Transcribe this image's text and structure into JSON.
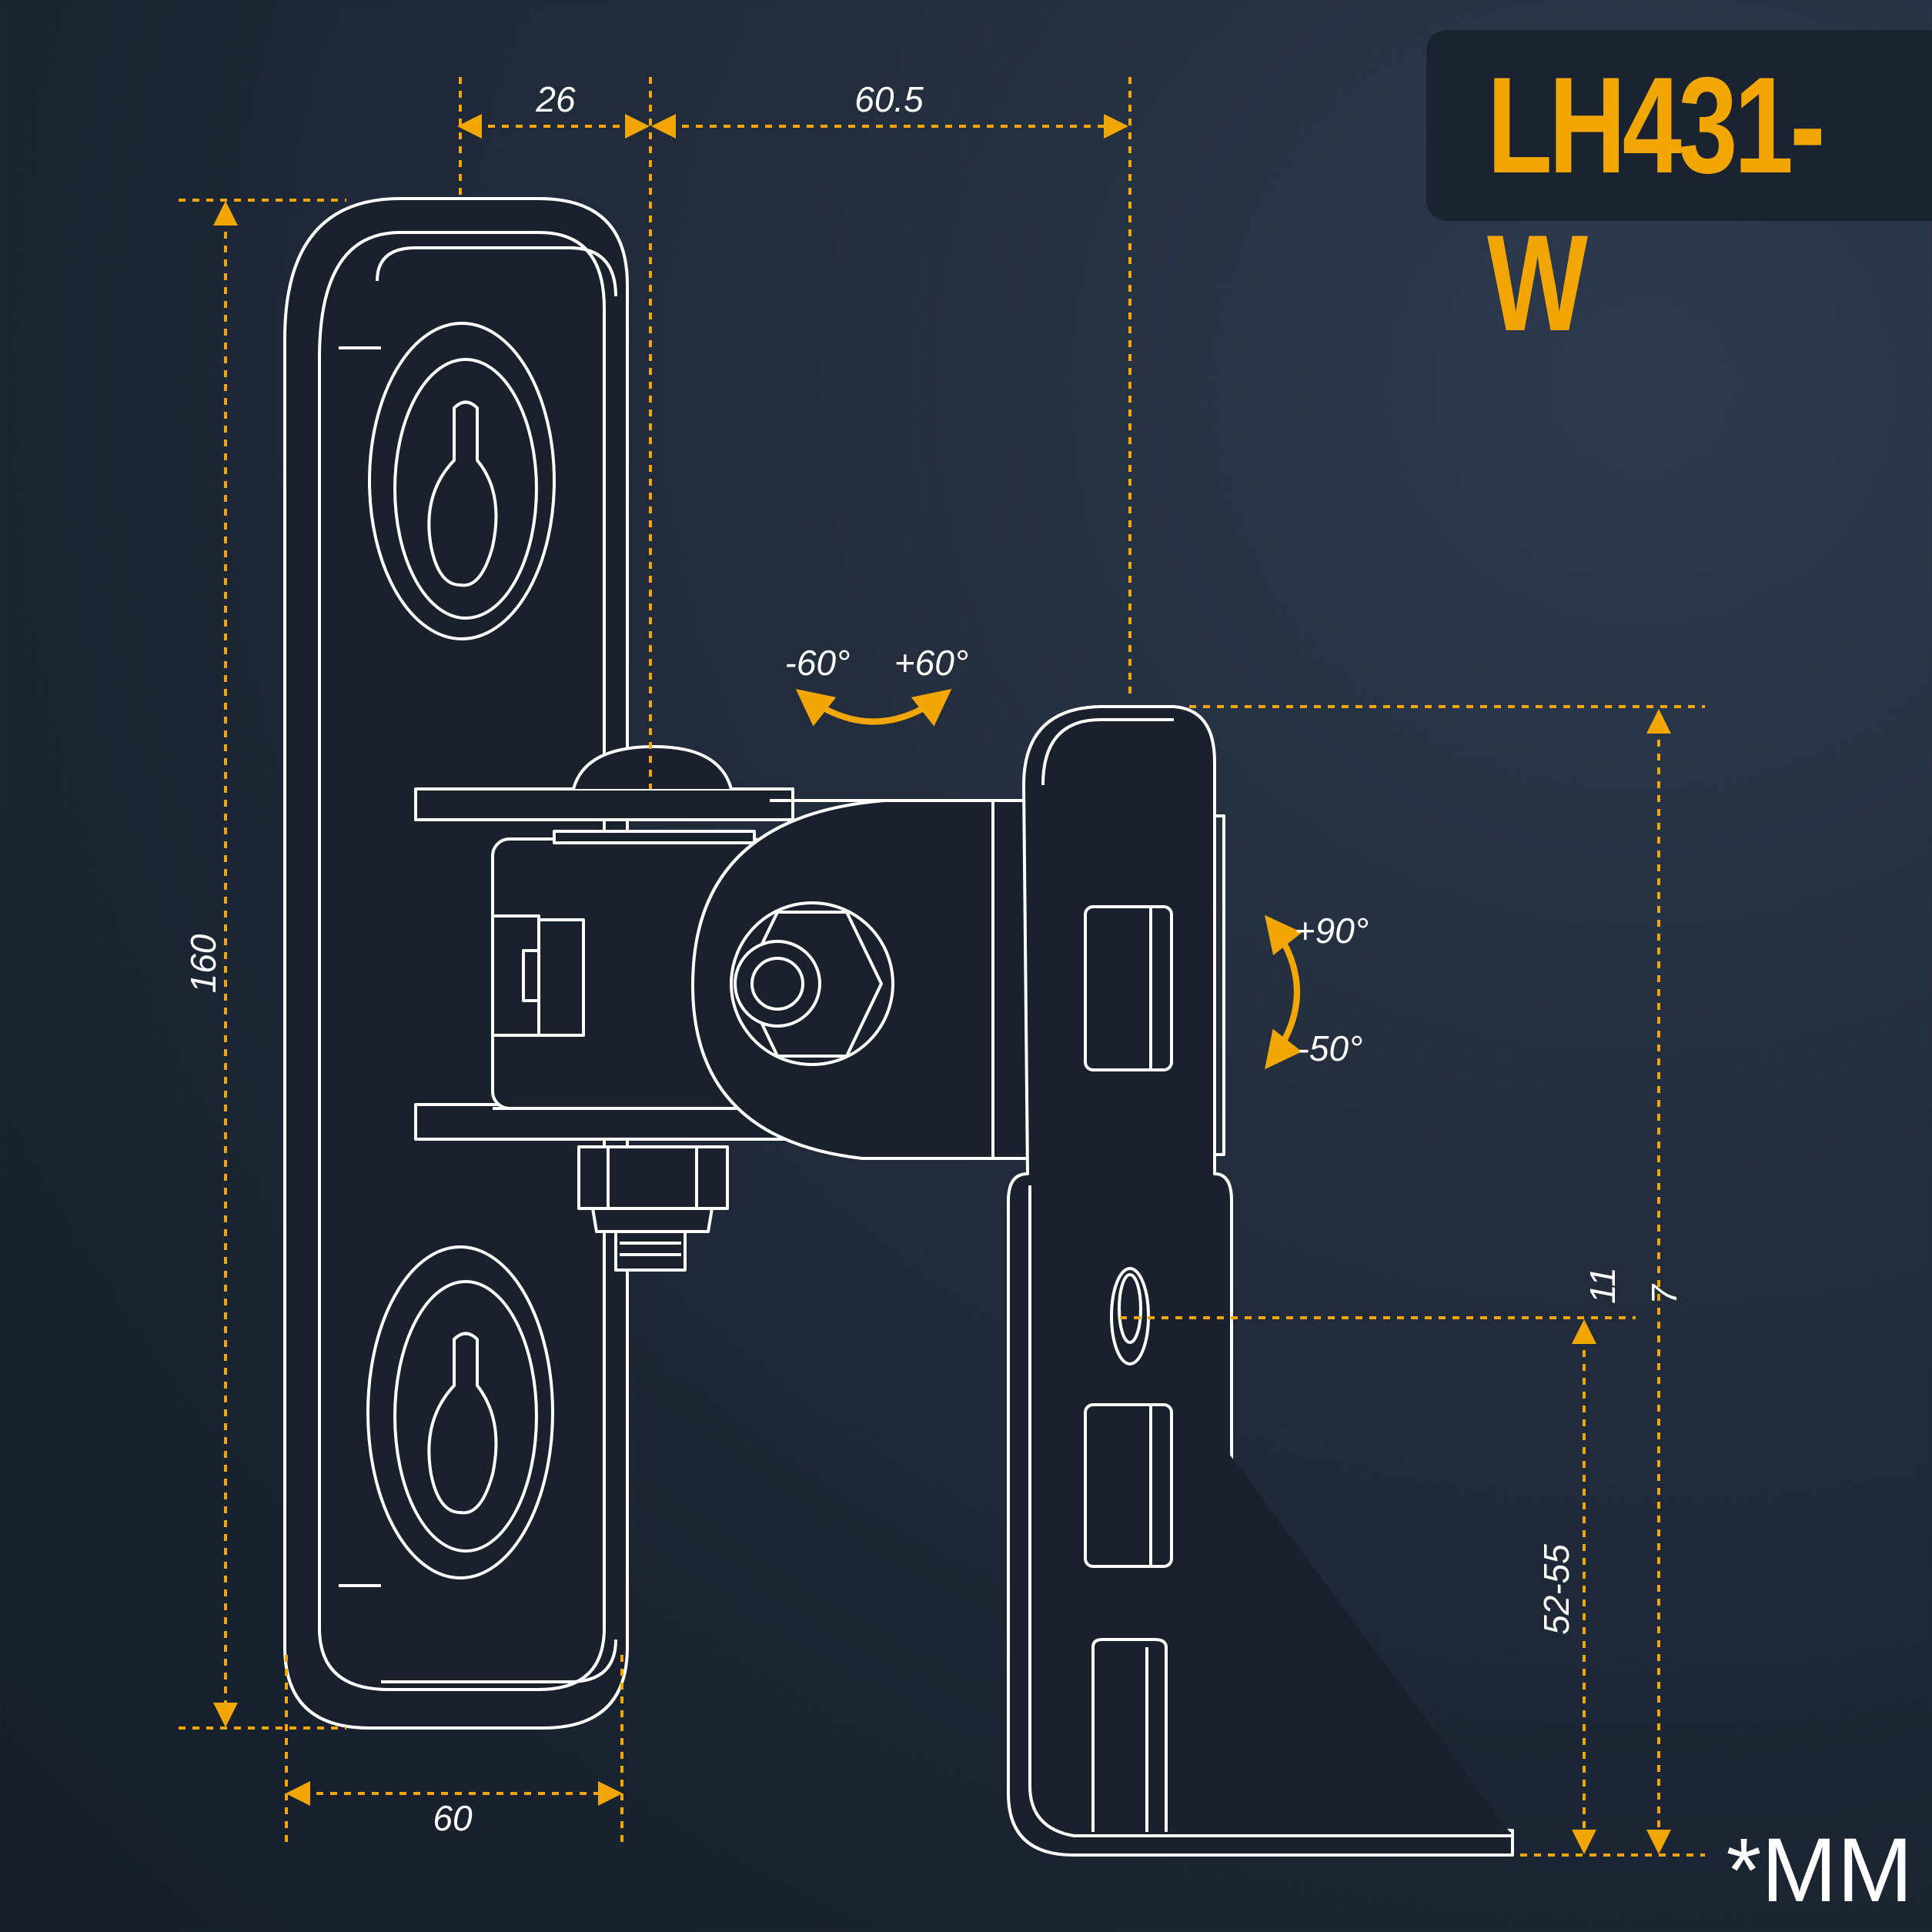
{
  "model": "LH431-W",
  "units": "*MM",
  "dimensions": {
    "plate_offset": "26",
    "arm_reach": "60.5",
    "plate_height": "160",
    "plate_width": "60",
    "bracket_height": "52-55",
    "hole_offset_a": "11",
    "hole_offset_b": "7"
  },
  "rotation": {
    "swivel_left": "-60°",
    "swivel_right": "+60°",
    "tilt_up": "+90°",
    "tilt_down": "-50°"
  },
  "colors": {
    "accent": "#f2a700",
    "line": "#ffffff",
    "background": "#1c2432"
  }
}
